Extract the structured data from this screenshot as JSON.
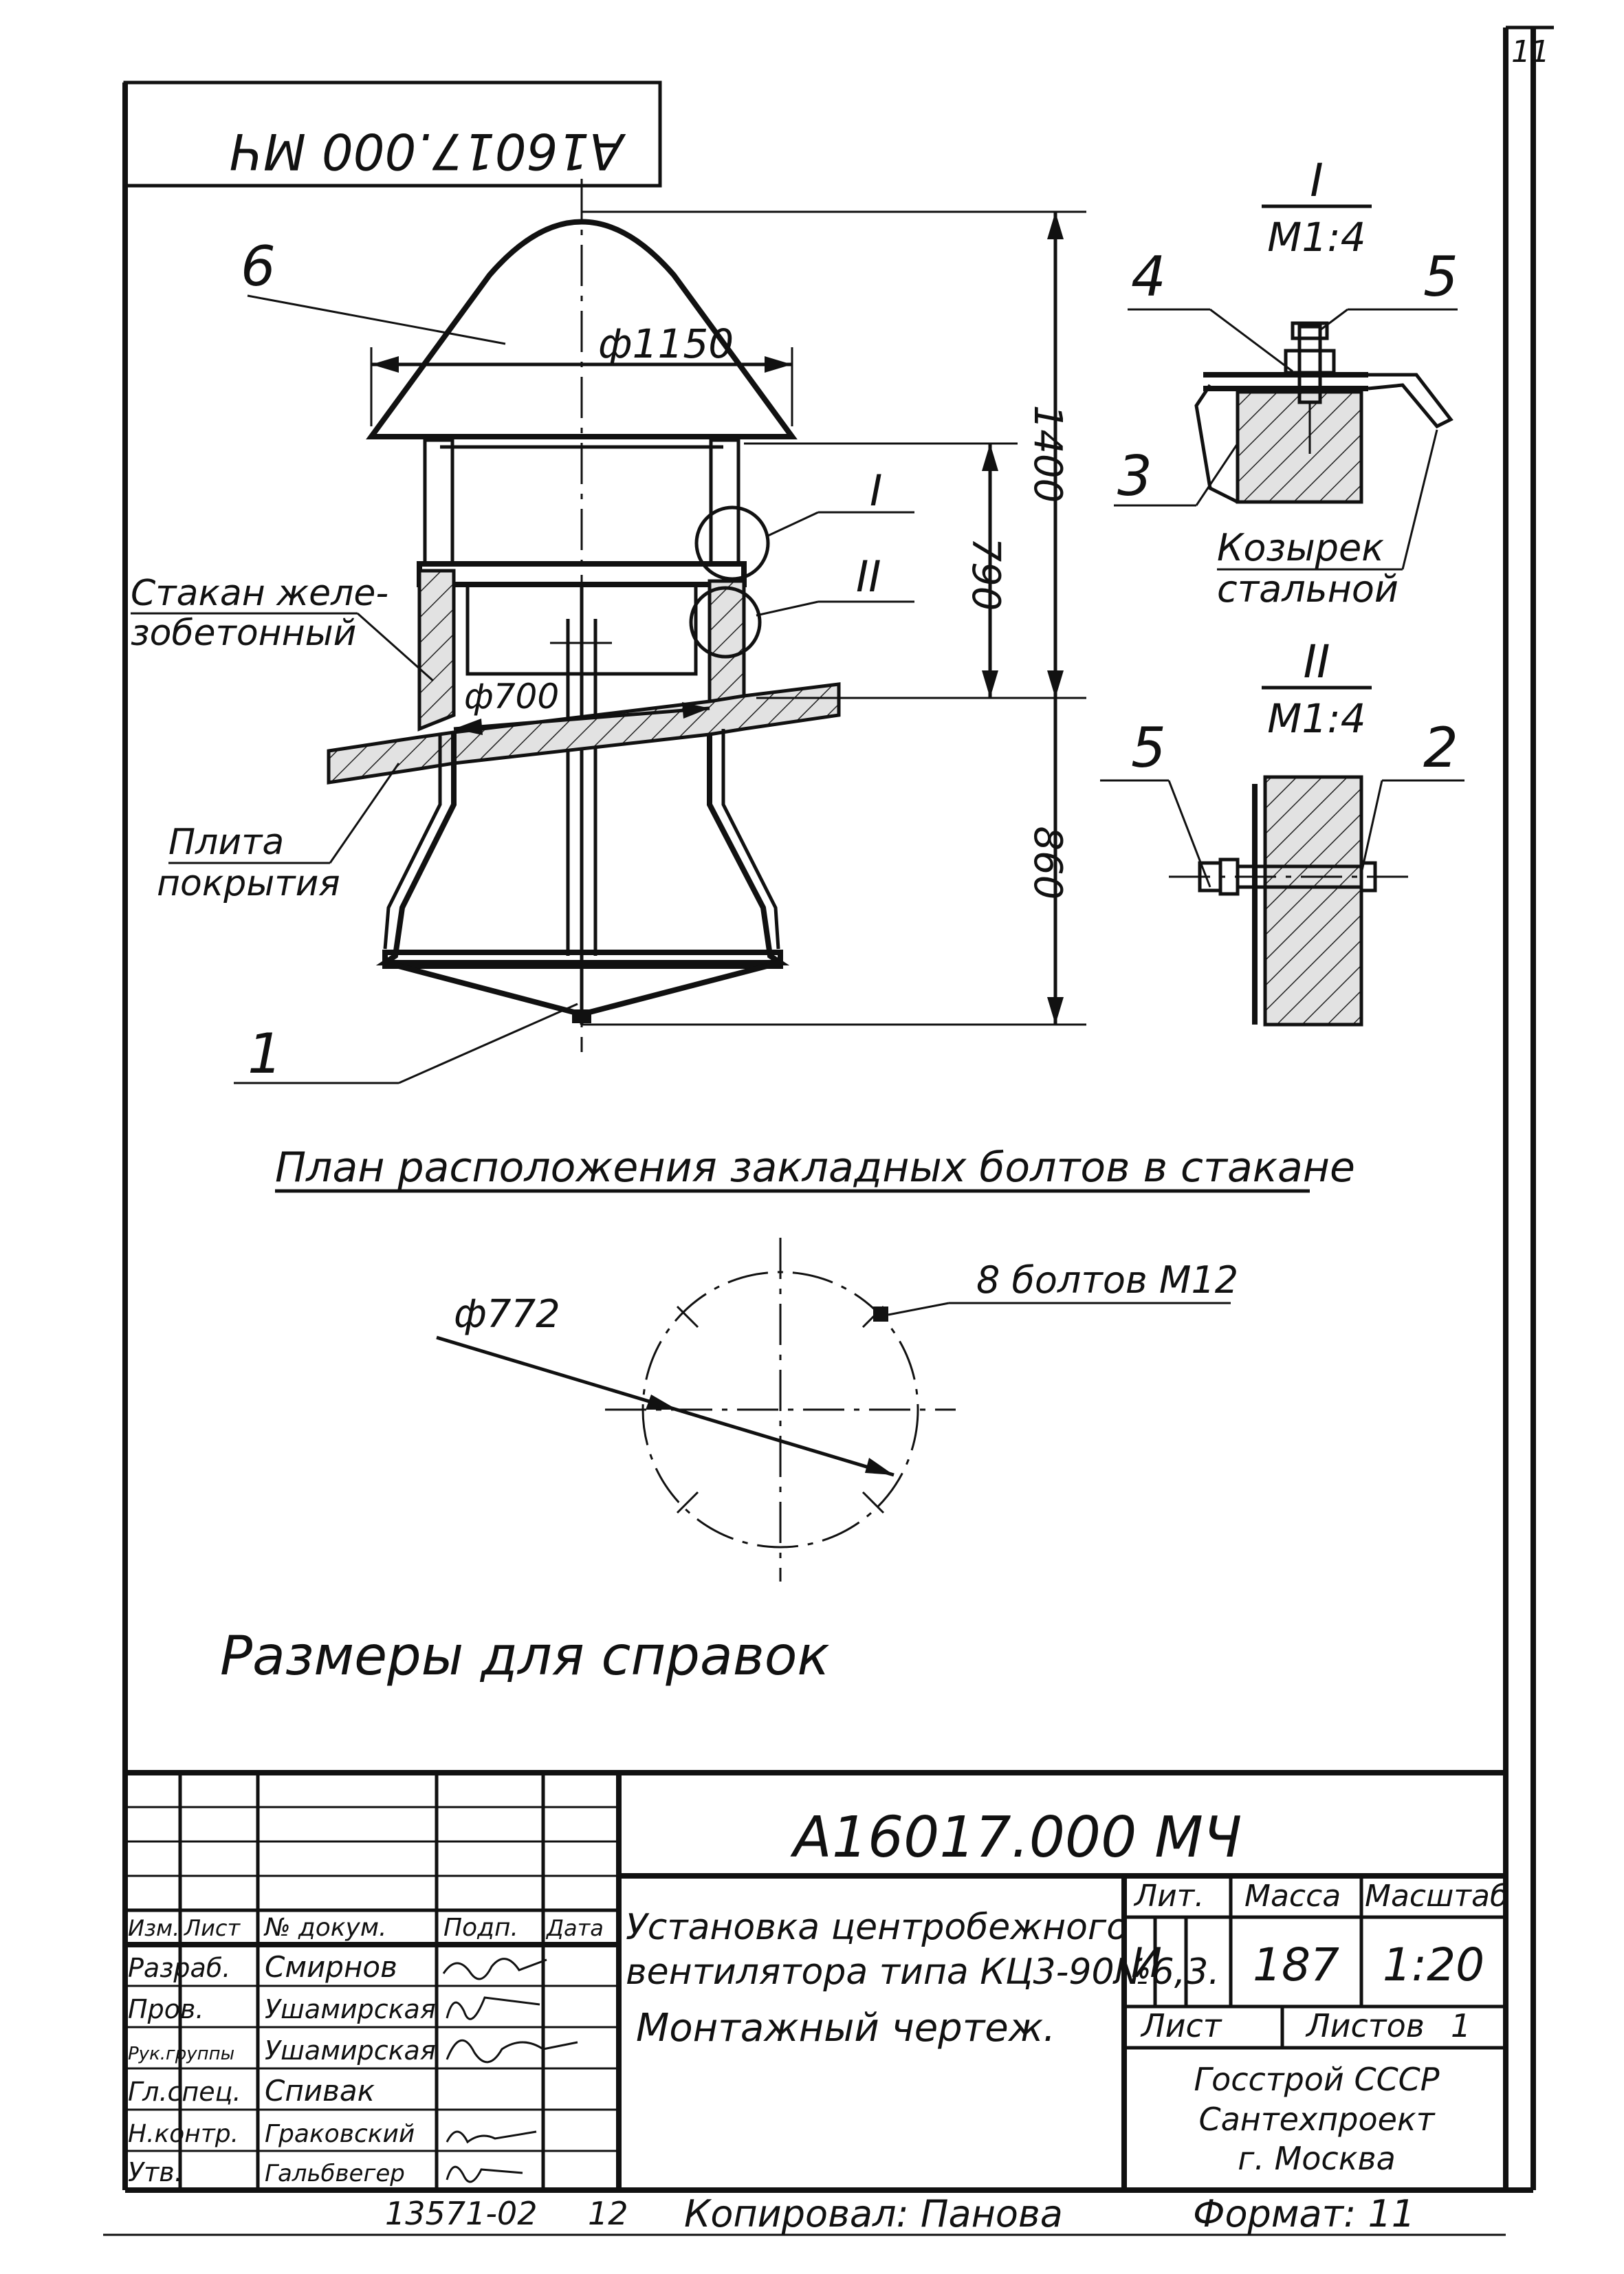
{
  "corner": {
    "sheet_mark": "11"
  },
  "stamp_top": {
    "code": "А16017.000 МЧ"
  },
  "main_view": {
    "item_1": "1",
    "item_6": "6",
    "dim_diameter_cap": "ф1150",
    "dim_diameter_inner": "ф700",
    "dim_790": "790",
    "dim_1400": "1400",
    "dim_860": "860",
    "callout_I": "I",
    "callout_II": "II",
    "label_glass_line1": "Стакан желе-",
    "label_glass_line2": "зобетонный",
    "label_slab_line1": "Плита",
    "label_slab_line2": "покрытия"
  },
  "detail_I": {
    "roman": "I",
    "scale": "М1:4",
    "item_3": "3",
    "item_4": "4",
    "item_5": "5",
    "visor_line1": "Козырек",
    "visor_line2": "стальной"
  },
  "detail_II": {
    "roman": "II",
    "scale": "М1:4",
    "item_2": "2",
    "item_5": "5"
  },
  "bolt_plan": {
    "title": "План расположения закладных болтов в стакане",
    "diameter": "ф772",
    "bolts": "8 болтов М12"
  },
  "notes": {
    "reference": "Размеры для справок"
  },
  "title_block": {
    "code": "А16017.000 МЧ",
    "title_line1": "Установка центробежного",
    "title_line2": "вентилятора типа КЦ3-90№6,3.",
    "title_line3": "Монтажный чертеж.",
    "header_labels": {
      "izm": "Изм.",
      "list": "Лист",
      "doc": "№ докум.",
      "sign": "Подп.",
      "date": "Дата"
    },
    "roles": [
      {
        "role": "Разраб.",
        "name": "Смирнов"
      },
      {
        "role": "Пров.",
        "name": "Ушамирская"
      },
      {
        "role": "Рук.группы",
        "name": "Ушамирская"
      },
      {
        "role": "Гл.спец.",
        "name": "Спивак"
      },
      {
        "role": "Н.контр.",
        "name": "Граковский"
      },
      {
        "role": "Утв.",
        "name": "Гальбвегер"
      }
    ],
    "lit_label": "Лит.",
    "mass_label": "Масса",
    "scale_label": "Масштаб",
    "lit_value": "И",
    "mass_value": "187",
    "scale_value": "1:20",
    "sheet_label": "Лист",
    "sheets_label": "Листов",
    "sheets_value": "1",
    "org_line1": "Госстрой СССР",
    "org_line2": "Сантехпроект",
    "org_line3": "г. Москва"
  },
  "footer": {
    "inventory": "13571-02",
    "sheet_number": "12",
    "copied_by": "Копировал: Панова",
    "format": "Формат: 11"
  }
}
